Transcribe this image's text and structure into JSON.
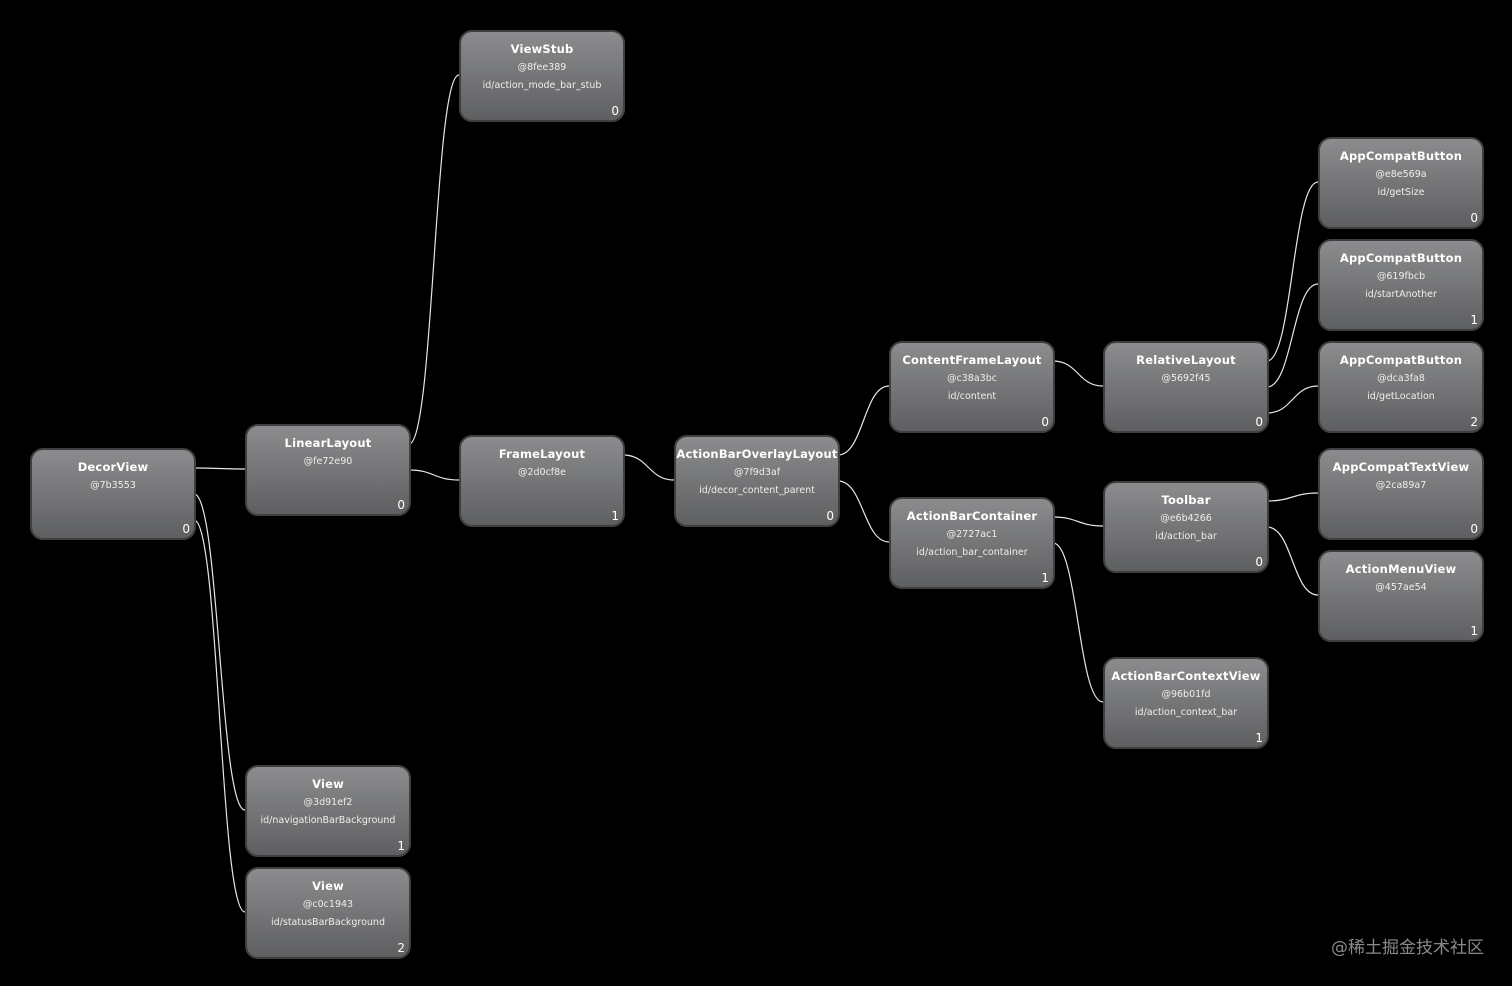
{
  "diagram": {
    "background": "#000000",
    "node_gradient": [
      "#8b8c8e",
      "#5e5f61"
    ],
    "edge_color": "#e6e6e6",
    "nodes": [
      {
        "id": "decor",
        "class": "DecorView",
        "hash": "@7b3553",
        "res_id": "",
        "index": "0"
      },
      {
        "id": "linear",
        "class": "LinearLayout",
        "hash": "@fe72e90",
        "res_id": "",
        "index": "0"
      },
      {
        "id": "viewstub",
        "class": "ViewStub",
        "hash": "@8fee389",
        "res_id": "id/action_mode_bar_stub",
        "index": "0"
      },
      {
        "id": "frame",
        "class": "FrameLayout",
        "hash": "@2d0cf8e",
        "res_id": "",
        "index": "1"
      },
      {
        "id": "overlay",
        "class": "ActionBarOverlayLayout",
        "hash": "@7f9d3af",
        "res_id": "id/decor_content_parent",
        "index": "0"
      },
      {
        "id": "content",
        "class": "ContentFrameLayout",
        "hash": "@c38a3bc",
        "res_id": "id/content",
        "index": "0"
      },
      {
        "id": "abcontainer",
        "class": "ActionBarContainer",
        "hash": "@2727ac1",
        "res_id": "id/action_bar_container",
        "index": "1"
      },
      {
        "id": "relative",
        "class": "RelativeLayout",
        "hash": "@5692f45",
        "res_id": "",
        "index": "0"
      },
      {
        "id": "toolbar",
        "class": "Toolbar",
        "hash": "@e6b4266",
        "res_id": "id/action_bar",
        "index": "0"
      },
      {
        "id": "contextview",
        "class": "ActionBarContextView",
        "hash": "@96b01fd",
        "res_id": "id/action_context_bar",
        "index": "1"
      },
      {
        "id": "btn0",
        "class": "AppCompatButton",
        "hash": "@e8e569a",
        "res_id": "id/getSize",
        "index": "0"
      },
      {
        "id": "btn1",
        "class": "AppCompatButton",
        "hash": "@619fbcb",
        "res_id": "id/startAnother",
        "index": "1"
      },
      {
        "id": "btn2",
        "class": "AppCompatButton",
        "hash": "@dca3fa8",
        "res_id": "id/getLocation",
        "index": "2"
      },
      {
        "id": "textview",
        "class": "AppCompatTextView",
        "hash": "@2ca89a7",
        "res_id": "",
        "index": "0"
      },
      {
        "id": "menuview",
        "class": "ActionMenuView",
        "hash": "@457ae54",
        "res_id": "",
        "index": "1"
      },
      {
        "id": "navbg",
        "class": "View",
        "hash": "@3d91ef2",
        "res_id": "id/navigationBarBackground",
        "index": "1"
      },
      {
        "id": "statusbg",
        "class": "View",
        "hash": "@c0c1943",
        "res_id": "id/statusBarBackground",
        "index": "2"
      }
    ],
    "edges": [
      [
        "decor",
        "linear"
      ],
      [
        "decor",
        "navbg"
      ],
      [
        "decor",
        "statusbg"
      ],
      [
        "linear",
        "viewstub"
      ],
      [
        "linear",
        "frame"
      ],
      [
        "frame",
        "overlay"
      ],
      [
        "overlay",
        "content"
      ],
      [
        "overlay",
        "abcontainer"
      ],
      [
        "content",
        "relative"
      ],
      [
        "relative",
        "btn0"
      ],
      [
        "relative",
        "btn1"
      ],
      [
        "relative",
        "btn2"
      ],
      [
        "abcontainer",
        "toolbar"
      ],
      [
        "abcontainer",
        "contextview"
      ],
      [
        "toolbar",
        "textview"
      ],
      [
        "toolbar",
        "menuview"
      ]
    ]
  },
  "watermark": "@稀土掘金技术社区"
}
